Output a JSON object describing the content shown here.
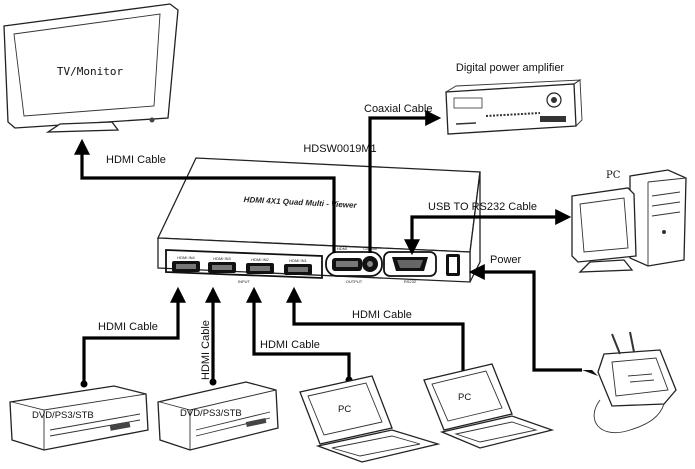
{
  "device": {
    "model": "HDSW0019M1",
    "front_title": "HDMI 4X1 Quad Multi - Viewer",
    "input_ports": [
      "HDMI IN4",
      "HDMI IN3",
      "HDMI IN2",
      "HDMI IN1"
    ],
    "input_group_label": "INPUT",
    "output_port_labels": [
      "HDMI",
      "Coaxial"
    ],
    "output_group_label": "OUTPUT",
    "rs232_label": "RS232"
  },
  "endpoints": {
    "tv": "TV/Monitor",
    "amplifier": "Digital power amplifier",
    "pc_desktop": "PC",
    "source1": "DVD/PS3/STB",
    "source2": "DVD/PS3/STB",
    "laptop1": "PC",
    "laptop2": "PC"
  },
  "cables": {
    "tv": "HDMI Cable",
    "coaxial": "Coaxial Cable",
    "usb_rs232": "USB TO RS232 Cable",
    "power": "Power",
    "in4": "HDMI Cable",
    "in3": "HDMI Cable",
    "in2": "HDMI Cable",
    "in1": "HDMI Cable"
  }
}
